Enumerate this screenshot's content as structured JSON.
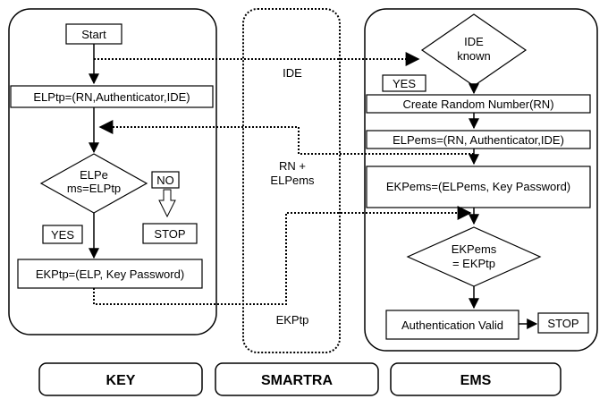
{
  "lanes": {
    "key": {
      "label": "KEY"
    },
    "smartra": {
      "label": "SMARTRA"
    },
    "ems": {
      "label": "EMS"
    }
  },
  "smartra_messages": {
    "ide": "IDE",
    "rn_line1": "RN +",
    "rn_line2": "ELPems",
    "ekptp": "EKPtp"
  },
  "key_flow": {
    "start": "Start",
    "elptp": "ELPtp=(RN,Authenticator,IDE)",
    "decision_line1": "ELPe",
    "decision_line2": "ms=ELPtp",
    "no": "NO",
    "stop": "STOP",
    "yes": "YES",
    "ekptp": "EKPtp=(ELP, Key Password)"
  },
  "ems_flow": {
    "ide_known_line1": "IDE",
    "ide_known_line2": "known",
    "yes": "YES",
    "create_rn": "Create Random Number(RN)",
    "elpems": "ELPems=(RN, Authenticator,IDE)",
    "ekpems": "EKPems=(ELPems, Key Password)",
    "decision_line1": "EKPems",
    "decision_line2": "= EKPtp",
    "auth_valid": "Authentication Valid",
    "stop": "STOP"
  }
}
